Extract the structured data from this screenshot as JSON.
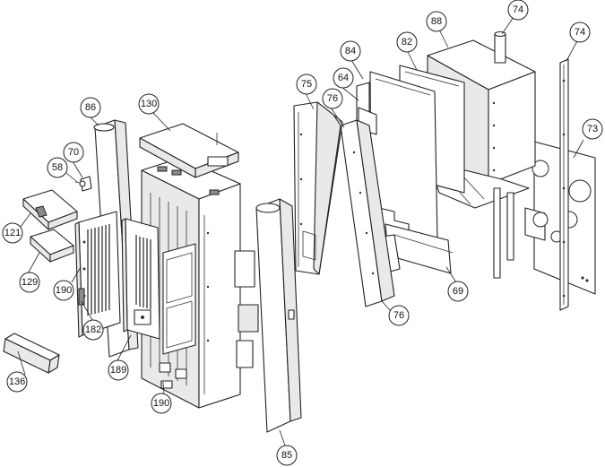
{
  "callouts": [
    {
      "id": "c74a",
      "label": "74"
    },
    {
      "id": "c74b",
      "label": "74"
    },
    {
      "id": "c88",
      "label": "88"
    },
    {
      "id": "c82",
      "label": "82"
    },
    {
      "id": "c84",
      "label": "84"
    },
    {
      "id": "c64",
      "label": "64"
    },
    {
      "id": "c75",
      "label": "75"
    },
    {
      "id": "c76a",
      "label": "76"
    },
    {
      "id": "c76b",
      "label": "76"
    },
    {
      "id": "c73",
      "label": "73"
    },
    {
      "id": "c69",
      "label": "69"
    },
    {
      "id": "c86",
      "label": "86"
    },
    {
      "id": "c130",
      "label": "130"
    },
    {
      "id": "c70",
      "label": "70"
    },
    {
      "id": "c58",
      "label": "58"
    },
    {
      "id": "c121",
      "label": "121"
    },
    {
      "id": "c129",
      "label": "129"
    },
    {
      "id": "c190a",
      "label": "190"
    },
    {
      "id": "c182",
      "label": "182"
    },
    {
      "id": "c136",
      "label": "136"
    },
    {
      "id": "c189",
      "label": "189"
    },
    {
      "id": "c190b",
      "label": "190"
    },
    {
      "id": "c85",
      "label": "85"
    }
  ]
}
